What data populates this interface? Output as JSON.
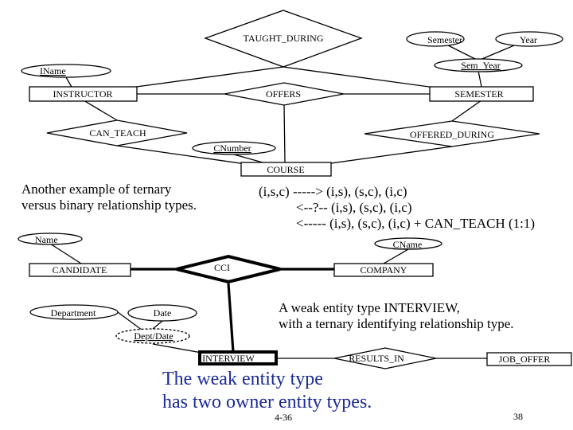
{
  "entities": {
    "taught_during": "TAUGHT_DURING",
    "semester_attr": "Semester",
    "year": "Year",
    "sem_year": "Sem_Year",
    "iname": "IName",
    "instructor": "INSTRUCTOR",
    "offers": "OFFERS",
    "semester": "SEMESTER",
    "can_teach": "CAN_TEACH",
    "offered_during": "OFFERED_DURING",
    "cnumber": "CNumber",
    "course": "COURSE",
    "name": "Name",
    "cname": "CName",
    "candidate": "CANDIDATE",
    "cci": "CCI",
    "company": "COMPANY",
    "department": "Department",
    "date": "Date",
    "dept_date": "Dept/Date",
    "interview": "INTERVIEW",
    "results_in": "RESULTS_IN",
    "job_offer": "JOB_OFFER"
  },
  "texts": {
    "ternary_note_1": "Another example of ternary",
    "ternary_note_2": "versus binary relationship types.",
    "mapping_1": "(i,s,c) -----> (i,s), (s,c), (i,c)",
    "mapping_2": "<--?-- (i,s), (s,c), (i,c)",
    "mapping_3": "<----- (i,s), (s,c), (i,c) + CAN_TEACH (1:1)",
    "weak_note_1": "A weak entity type INTERVIEW,",
    "weak_note_2": "with a ternary identifying relationship type.",
    "owner_note_1": "The weak entity type",
    "owner_note_2": "has two owner entity types.",
    "slide_ref": "4-36",
    "page_number": "38"
  },
  "colors": {
    "blue_text": "#1a2a9a"
  }
}
